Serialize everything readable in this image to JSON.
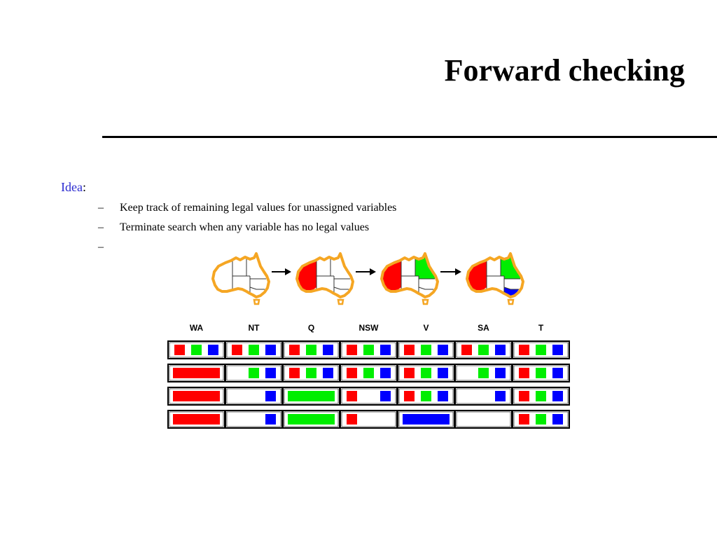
{
  "slide": {
    "title": "Forward checking",
    "idea_word": "Idea",
    "idea_colon": ":",
    "bullets": [
      {
        "dash": "–",
        "text": "Keep track of remaining legal values for unassigned variables"
      },
      {
        "dash": "–",
        "text": "Terminate search when any variable has no legal values"
      },
      {
        "dash": "–",
        "text": ""
      }
    ]
  },
  "colors": {
    "red": "#ff0000",
    "green": "#00ee00",
    "blue": "#0000ff",
    "map_outline": "#f5a623",
    "title_rule": "#000000",
    "idea_word": "#2b2bd0"
  },
  "figure": {
    "maps": [
      {
        "assigned": {}
      },
      {
        "assigned": {
          "WA": "red"
        }
      },
      {
        "assigned": {
          "WA": "red",
          "Q": "green"
        }
      },
      {
        "assigned": {
          "WA": "red",
          "Q": "green",
          "V": "blue"
        }
      }
    ],
    "domain_table": {
      "columns": [
        "WA",
        "NT",
        "Q",
        "NSW",
        "V",
        "SA",
        "T"
      ],
      "rows": [
        [
          [
            "red",
            "green",
            "blue"
          ],
          [
            "red",
            "green",
            "blue"
          ],
          [
            "red",
            "green",
            "blue"
          ],
          [
            "red",
            "green",
            "blue"
          ],
          [
            "red",
            "green",
            "blue"
          ],
          [
            "red",
            "green",
            "blue"
          ],
          [
            "red",
            "green",
            "blue"
          ]
        ],
        [
          [
            "red*"
          ],
          [
            "green",
            "blue"
          ],
          [
            "red",
            "green",
            "blue"
          ],
          [
            "red",
            "green",
            "blue"
          ],
          [
            "red",
            "green",
            "blue"
          ],
          [
            "green",
            "blue"
          ],
          [
            "red",
            "green",
            "blue"
          ]
        ],
        [
          [
            "red*"
          ],
          [
            "blue"
          ],
          [
            "green*"
          ],
          [
            "red",
            "blue"
          ],
          [
            "red",
            "green",
            "blue"
          ],
          [
            "blue"
          ],
          [
            "red",
            "green",
            "blue"
          ]
        ],
        [
          [
            "red*"
          ],
          [
            "blue"
          ],
          [
            "green*"
          ],
          [
            "red"
          ],
          [
            "blue*"
          ],
          [],
          [
            "red",
            "green",
            "blue"
          ]
        ]
      ]
    }
  }
}
